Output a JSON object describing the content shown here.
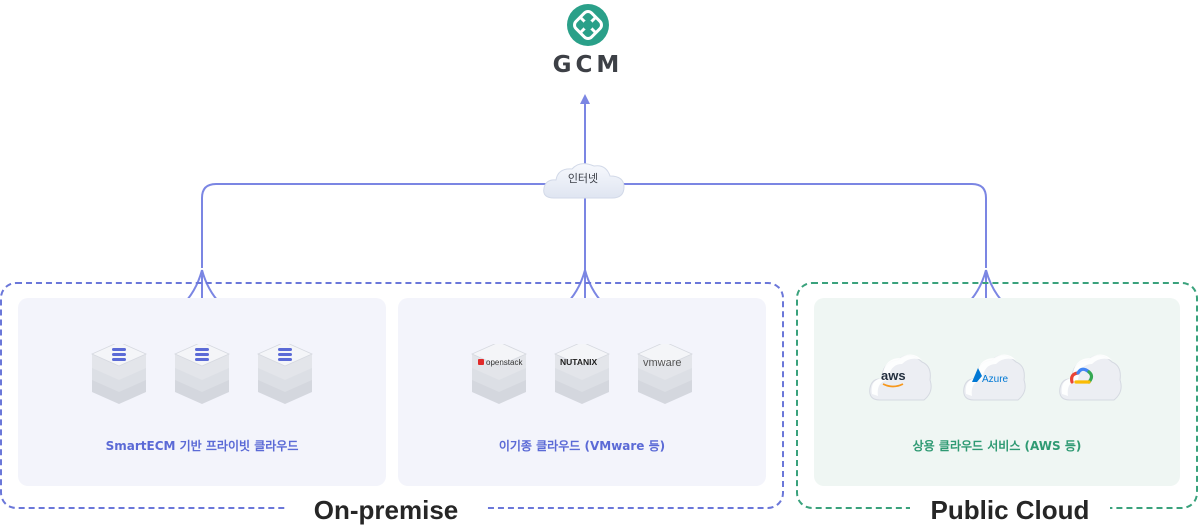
{
  "brand": {
    "name": "GCM",
    "logo_color": "#2aa089"
  },
  "network": {
    "label": "인터넷",
    "line_color": "#7b86e3"
  },
  "groups": [
    {
      "label": "On-premise",
      "border_color": "#6b77d9"
    },
    {
      "label": "Public Cloud",
      "border_color": "#3aa27c"
    }
  ],
  "panels": [
    {
      "caption": "SmartECM 기반 프라이빗 클라우드",
      "caption_color": "#5b6ad6",
      "servers": [
        {
          "badge": "smartecm-logo"
        },
        {
          "badge": "smartecm-logo"
        },
        {
          "badge": "smartecm-logo"
        }
      ]
    },
    {
      "caption": "이기종 클라우드 (VMware 등)",
      "caption_color": "#5b6ad6",
      "servers": [
        {
          "badge": "openstack"
        },
        {
          "badge": "NUTANIX"
        },
        {
          "badge": "vmware"
        }
      ]
    },
    {
      "caption": "상용 클라우드 서비스 (AWS 등)",
      "caption_color": "#2f9a73",
      "clouds": [
        {
          "label": "aws"
        },
        {
          "label": "Azure"
        },
        {
          "label": "google-cloud-logo"
        }
      ]
    }
  ]
}
